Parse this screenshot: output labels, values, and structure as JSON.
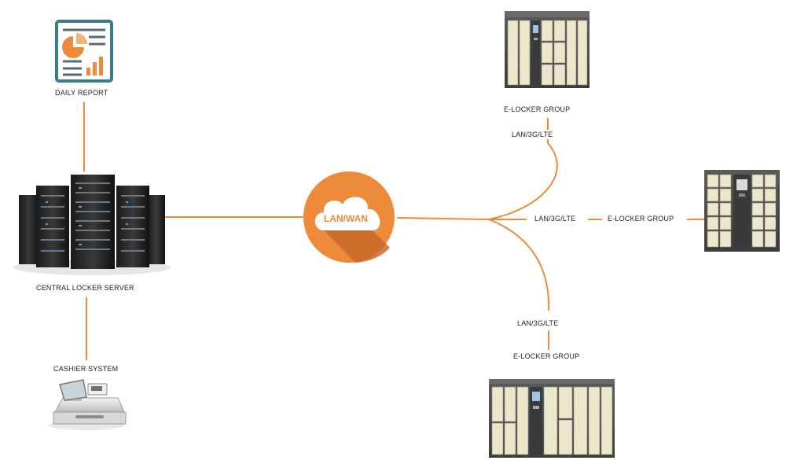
{
  "nodes": {
    "daily_report": "DAILY REPORT",
    "central_server": "CENTRAL LOCKER SERVER",
    "cashier_system": "CASHIER SYSTEM",
    "network": "LAN/WAN",
    "locker_top": "E-LOCKER GROUP",
    "locker_right": "E-LOCKER GROUP",
    "locker_bottom": "E-LOCKER GROUP"
  },
  "links": {
    "top": "LAN/3G/LTE",
    "right": "LAN/3G/LTE",
    "bottom": "LAN/3G/LTE"
  },
  "colors": {
    "connector": "#ed8b3a",
    "cloud_orange": "#ed8b3a",
    "cloud_shadow": "#c8692a",
    "report_frame": "#3a7c8c",
    "locker_door": "#ece6cd",
    "locker_frame": "#4d4d4d"
  },
  "icons": {
    "daily_report": "report-chart-icon",
    "central_server": "server-rack-icon",
    "cashier_system": "cash-register-icon",
    "network": "cloud-icon",
    "locker": "locker-cabinet-icon"
  }
}
